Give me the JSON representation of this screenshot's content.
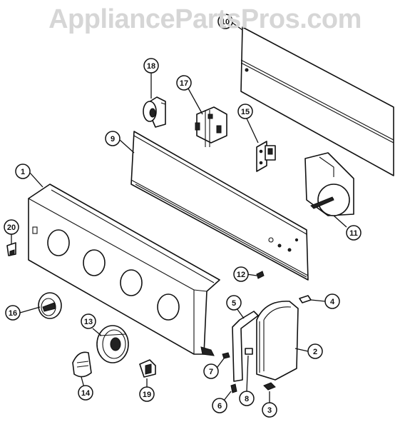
{
  "watermark": "AppliancePartsPros.com",
  "callouts": [
    {
      "id": "c1",
      "label": "1"
    },
    {
      "id": "c2",
      "label": "2"
    },
    {
      "id": "c3",
      "label": "3"
    },
    {
      "id": "c4",
      "label": "4"
    },
    {
      "id": "c5",
      "label": "5"
    },
    {
      "id": "c6",
      "label": "6"
    },
    {
      "id": "c7",
      "label": "7"
    },
    {
      "id": "c8",
      "label": "8"
    },
    {
      "id": "c9",
      "label": "9"
    },
    {
      "id": "c10",
      "label": "10"
    },
    {
      "id": "c11",
      "label": "11"
    },
    {
      "id": "c12",
      "label": "12"
    },
    {
      "id": "c13",
      "label": "13"
    },
    {
      "id": "c14",
      "label": "14"
    },
    {
      "id": "c15",
      "label": "15"
    },
    {
      "id": "c16",
      "label": "16"
    },
    {
      "id": "c17",
      "label": "17"
    },
    {
      "id": "c18",
      "label": "18"
    },
    {
      "id": "c19",
      "label": "19"
    },
    {
      "id": "c20",
      "label": "20"
    }
  ]
}
